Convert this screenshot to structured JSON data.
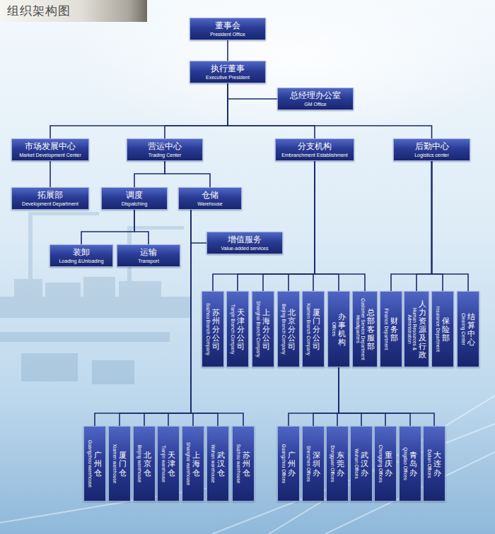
{
  "diagram": {
    "title": "组织架构图",
    "nodes": [
      {
        "text": [
          "董事会",
          "President Office"
        ]
      },
      {
        "text": [
          "执行董事",
          "Executive President"
        ]
      },
      {
        "text": [
          "总经理办公室",
          "GM Office"
        ]
      },
      {
        "text": [
          "市场发展中心",
          "Market Development Center"
        ]
      },
      {
        "text": [
          "营运中心",
          "Trading Center"
        ]
      },
      {
        "text": [
          "分支机构",
          "Embranchment Establishment"
        ]
      },
      {
        "text": [
          "后勤中心",
          "Logistics center"
        ]
      },
      {
        "text": [
          "拓展部",
          "Development Department"
        ]
      },
      {
        "text": [
          "调度",
          "Dispatching"
        ]
      },
      {
        "text": [
          "仓储",
          "Warehouse"
        ]
      },
      {
        "text": [
          "增值服务",
          "Value-added services"
        ]
      },
      {
        "text": [
          "装卸",
          "Loading &Unloading"
        ]
      },
      {
        "text": [
          "运输",
          "Transport"
        ]
      },
      {
        "text": [
          "苏州分公司",
          "Suzhou Branch Company"
        ]
      },
      {
        "text": [
          "天津分公司",
          "Tianjin Branch Company"
        ]
      },
      {
        "text": [
          "上海分公司",
          "Shanghai Branch Company"
        ]
      },
      {
        "text": [
          "北京分公司",
          "Beijing Branch Company"
        ]
      },
      {
        "text": [
          "厦门分公司",
          "Xiamen Branch Company"
        ]
      },
      {
        "text": [
          "办事机构",
          "Offices"
        ]
      },
      {
        "text": [
          "总部客服部",
          "Customer Service Department Headquarters"
        ]
      },
      {
        "text": [
          "财务部",
          "Finance Department"
        ]
      },
      {
        "text": [
          "人力资源及行政",
          "Human Resources & Administration"
        ]
      },
      {
        "text": [
          "保险部",
          "Insurance Department"
        ]
      },
      {
        "text": [
          "结算中心",
          "Clearing Center"
        ]
      },
      {
        "text": [
          "广州仓",
          "Guangzhou warehouse"
        ]
      },
      {
        "text": [
          "厦门仓",
          "Xiamen warehouse"
        ]
      },
      {
        "text": [
          "北京仓",
          "Beijing warehouse"
        ]
      },
      {
        "text": [
          "天津仓",
          "Tianjin warehouse"
        ]
      },
      {
        "text": [
          "上海仓",
          "Shanghai warehouse"
        ]
      },
      {
        "text": [
          "武汉仓",
          "Wuhan warehouse"
        ]
      },
      {
        "text": [
          "苏州仓",
          "Suzhou warehouse"
        ]
      },
      {
        "text": [
          "广州办",
          "Guangzhou Offices"
        ]
      },
      {
        "text": [
          "深圳办",
          "Shenzhen Offices"
        ]
      },
      {
        "text": [
          "东莞办",
          "Dongguan Offices"
        ]
      },
      {
        "text": [
          "武汉办",
          "Wuhan Offices"
        ]
      },
      {
        "text": [
          "重庆办",
          "Chongqing Offices"
        ]
      },
      {
        "text": [
          "青岛办",
          "Qingdao Offices"
        ]
      },
      {
        "text": [
          "大连办",
          "Dalian Offices"
        ]
      }
    ],
    "edges": [
      {
        "from": 0,
        "to": 1,
        "arrow": "none"
      },
      {
        "from": 1,
        "to": 2,
        "arrow": "none"
      },
      {
        "from": 1,
        "to": 3,
        "arrow": "none"
      },
      {
        "from": 1,
        "to": 4,
        "arrow": "none"
      },
      {
        "from": 1,
        "to": 5,
        "arrow": "none"
      },
      {
        "from": 1,
        "to": 6,
        "arrow": "none"
      },
      {
        "from": 3,
        "to": 7,
        "arrow": "none"
      },
      {
        "from": 4,
        "to": 8,
        "arrow": "none"
      },
      {
        "from": 4,
        "to": 9,
        "arrow": "none"
      },
      {
        "from": 8,
        "to": 11,
        "arrow": "none"
      },
      {
        "from": 8,
        "to": 12,
        "arrow": "none"
      },
      {
        "from": 9,
        "to": 10,
        "arrow": "none"
      },
      {
        "from": 9,
        "to": 24,
        "arrow": "none"
      },
      {
        "from": 9,
        "to": 25,
        "arrow": "none"
      },
      {
        "from": 9,
        "to": 26,
        "arrow": "none"
      },
      {
        "from": 9,
        "to": 27,
        "arrow": "none"
      },
      {
        "from": 9,
        "to": 28,
        "arrow": "none"
      },
      {
        "from": 9,
        "to": 29,
        "arrow": "none"
      },
      {
        "from": 9,
        "to": 30,
        "arrow": "none"
      },
      {
        "from": 5,
        "to": 13,
        "arrow": "none"
      },
      {
        "from": 5,
        "to": 14,
        "arrow": "none"
      },
      {
        "from": 5,
        "to": 15,
        "arrow": "none"
      },
      {
        "from": 5,
        "to": 16,
        "arrow": "none"
      },
      {
        "from": 5,
        "to": 17,
        "arrow": "none"
      },
      {
        "from": 5,
        "to": 18,
        "arrow": "none"
      },
      {
        "from": 5,
        "to": 19,
        "arrow": "none"
      },
      {
        "from": 6,
        "to": 20,
        "arrow": "none"
      },
      {
        "from": 6,
        "to": 21,
        "arrow": "none"
      },
      {
        "from": 6,
        "to": 22,
        "arrow": "none"
      },
      {
        "from": 6,
        "to": 23,
        "arrow": "none"
      },
      {
        "from": 18,
        "to": 31,
        "arrow": "none"
      },
      {
        "from": 18,
        "to": 32,
        "arrow": "none"
      },
      {
        "from": 18,
        "to": 33,
        "arrow": "none"
      },
      {
        "from": 18,
        "to": 34,
        "arrow": "none"
      },
      {
        "from": 18,
        "to": 35,
        "arrow": "none"
      },
      {
        "from": 18,
        "to": 36,
        "arrow": "none"
      },
      {
        "from": 18,
        "to": 37,
        "arrow": "none"
      }
    ]
  }
}
